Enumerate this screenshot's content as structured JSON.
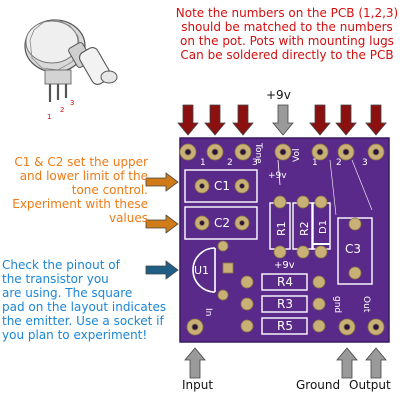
{
  "notes": {
    "pcb_note": [
      "Note the numbers on the PCB (1,2,3)",
      "should be matched to the numbers",
      "on the pot.  Pots with mounting lugs",
      "Can be soldered directly to the PCB"
    ],
    "cap_note": [
      "C1 & C2 set the upper",
      "and lower limit of the",
      "tone control.",
      "Experiment with these",
      "values"
    ],
    "transistor_note": [
      "Check the pinout of",
      "the transistor you",
      "are using. The square",
      "pad on the layout indicates",
      "the emitter. Use a socket if",
      "you plan to experiment!"
    ]
  },
  "labels": {
    "supply": "+9v",
    "input": "Input",
    "ground": "Ground",
    "output": "Output"
  },
  "pot_pins": [
    "1",
    "2",
    "3"
  ],
  "pcb": {
    "pad_numbers_left": [
      "1",
      "2",
      "3"
    ],
    "pad_numbers_right": [
      "1",
      "2",
      "3"
    ],
    "tone": "Tone",
    "vol": "Vol",
    "supply": "+9v",
    "c1": "C1",
    "c2": "C2",
    "c3": "C3",
    "r1": "R1",
    "r2": "R2",
    "d1": "D1",
    "u1": "U1",
    "r3": "R3",
    "r4": "R4",
    "r5": "R5",
    "in": "In",
    "gnd": "gnd",
    "out": "Out",
    "plus_9v_lower": "+9v"
  },
  "colors": {
    "board": "#5a2a8a",
    "pad_ring": "#c9b077",
    "silk": "#ffffff",
    "red_arrow": "#8b1010",
    "orange_arrow": "#d07a1a",
    "blue_arrow": "#1f5f86",
    "gray_arrow": "#8a8a8a"
  }
}
